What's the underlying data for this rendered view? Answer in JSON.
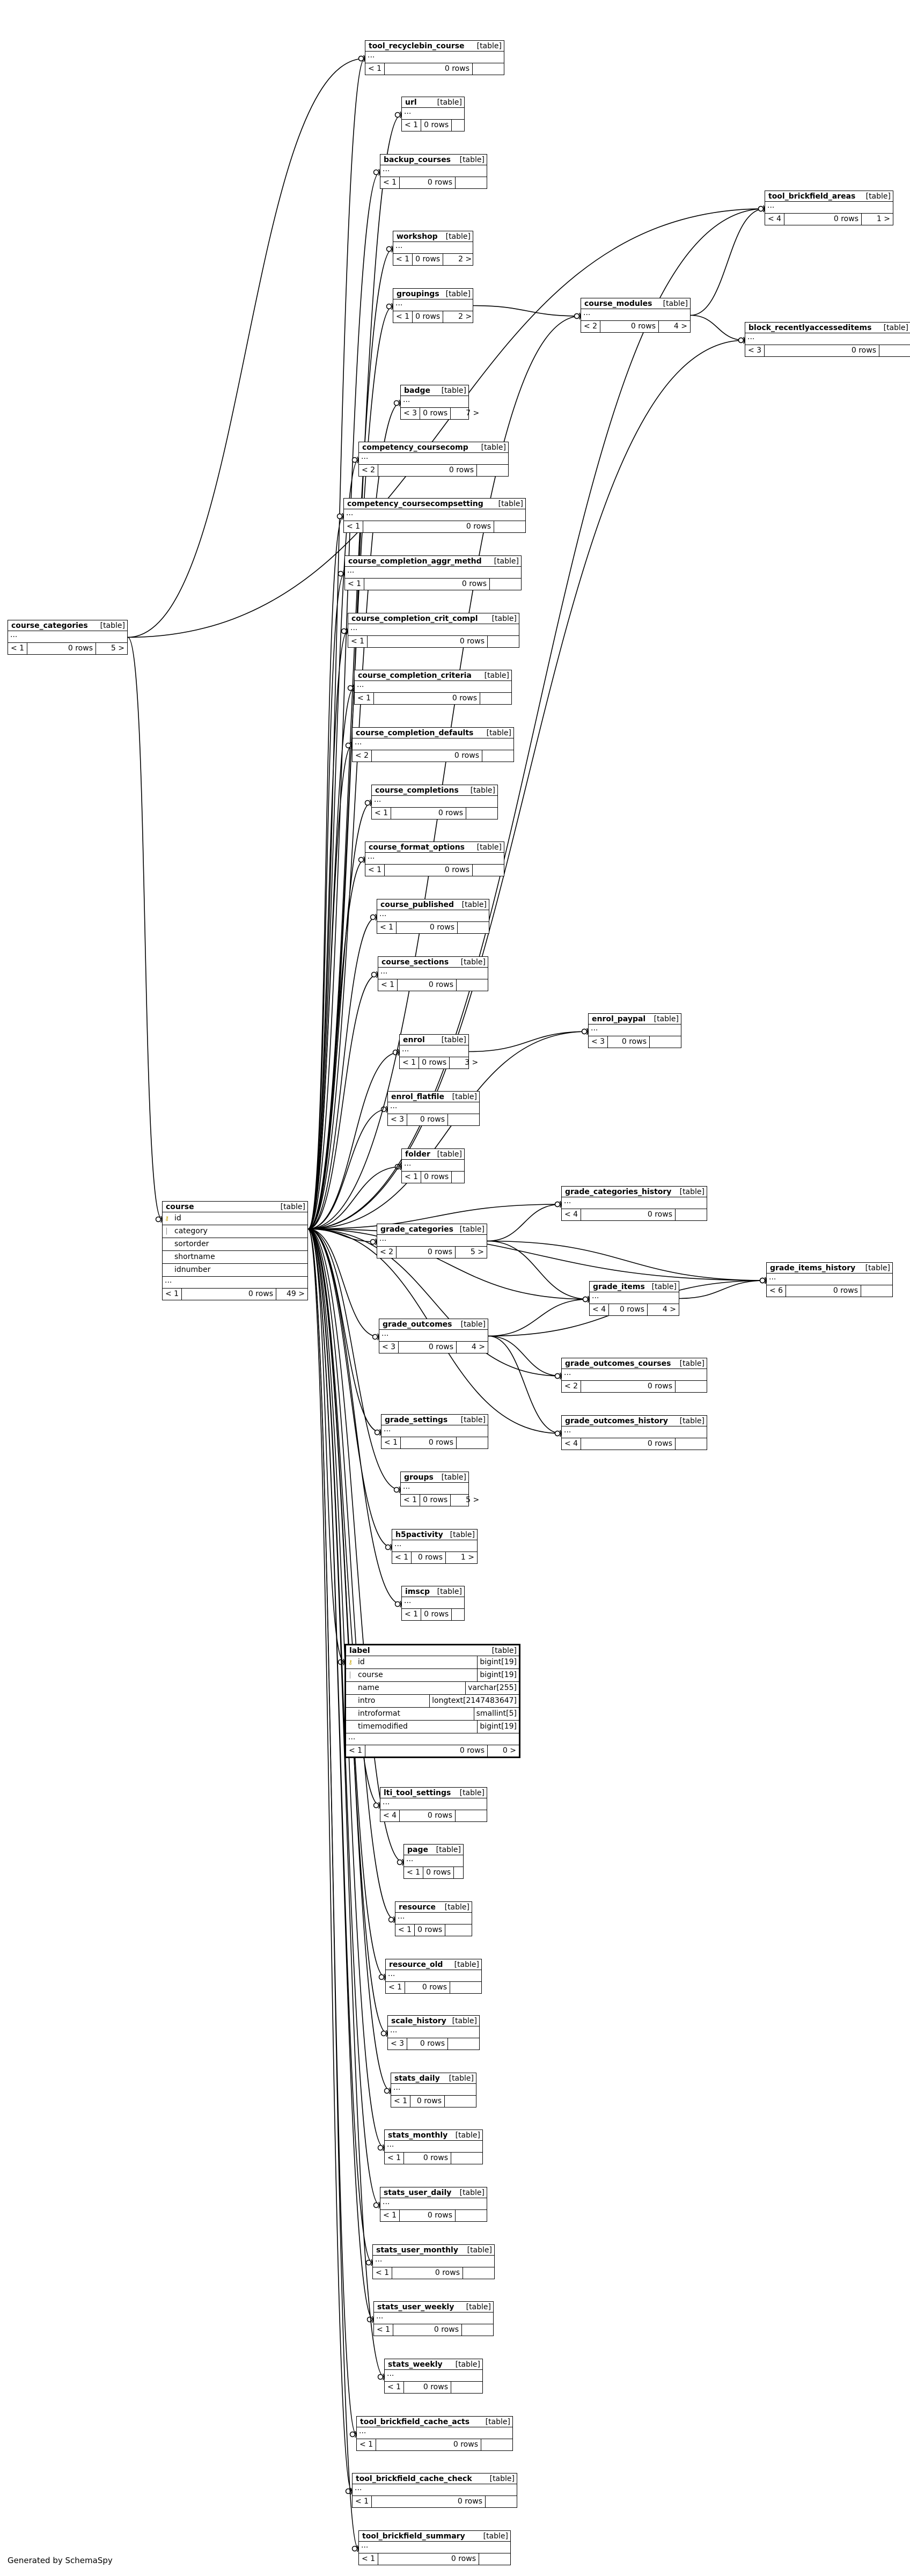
{
  "footer": "Generated by SchemaSpy",
  "type_label": "[table]",
  "tables": [
    {
      "id": "tool_recyclebin_course",
      "name": "tool_recyclebin_course",
      "parents": "< 1",
      "rows": "0 rows",
      "children": ""
    },
    {
      "id": "url",
      "name": "url",
      "parents": "< 1",
      "rows": "0 rows",
      "children": ""
    },
    {
      "id": "backup_courses",
      "name": "backup_courses",
      "parents": "< 1",
      "rows": "0 rows",
      "children": ""
    },
    {
      "id": "tool_brickfield_areas",
      "name": "tool_brickfield_areas",
      "parents": "< 4",
      "rows": "0 rows",
      "children": "1 >"
    },
    {
      "id": "workshop",
      "name": "workshop",
      "parents": "< 1",
      "rows": "0 rows",
      "children": "2 >"
    },
    {
      "id": "groupings",
      "name": "groupings",
      "parents": "< 1",
      "rows": "0 rows",
      "children": "2 >"
    },
    {
      "id": "course_modules",
      "name": "course_modules",
      "parents": "< 2",
      "rows": "0 rows",
      "children": "4 >"
    },
    {
      "id": "block_recentlyaccesseditems",
      "name": "block_recentlyaccesseditems",
      "parents": "< 3",
      "rows": "0 rows",
      "children": ""
    },
    {
      "id": "badge",
      "name": "badge",
      "parents": "< 3",
      "rows": "0 rows",
      "children": "7 >"
    },
    {
      "id": "competency_coursecomp",
      "name": "competency_coursecomp",
      "parents": "< 2",
      "rows": "0 rows",
      "children": ""
    },
    {
      "id": "competency_coursecompsetting",
      "name": "competency_coursecompsetting",
      "parents": "< 1",
      "rows": "0 rows",
      "children": ""
    },
    {
      "id": "course_completion_aggr_methd",
      "name": "course_completion_aggr_methd",
      "parents": "< 1",
      "rows": "0 rows",
      "children": ""
    },
    {
      "id": "course_categories",
      "name": "course_categories",
      "parents": "< 1",
      "rows": "0 rows",
      "children": "5 >"
    },
    {
      "id": "course_completion_crit_compl",
      "name": "course_completion_crit_compl",
      "parents": "< 1",
      "rows": "0 rows",
      "children": ""
    },
    {
      "id": "course_completion_criteria",
      "name": "course_completion_criteria",
      "parents": "< 1",
      "rows": "0 rows",
      "children": ""
    },
    {
      "id": "course_completion_defaults",
      "name": "course_completion_defaults",
      "parents": "< 2",
      "rows": "0 rows",
      "children": ""
    },
    {
      "id": "course_completions",
      "name": "course_completions",
      "parents": "< 1",
      "rows": "0 rows",
      "children": ""
    },
    {
      "id": "course_format_options",
      "name": "course_format_options",
      "parents": "< 1",
      "rows": "0 rows",
      "children": ""
    },
    {
      "id": "course_published",
      "name": "course_published",
      "parents": "< 1",
      "rows": "0 rows",
      "children": ""
    },
    {
      "id": "course_sections",
      "name": "course_sections",
      "parents": "< 1",
      "rows": "0 rows",
      "children": ""
    },
    {
      "id": "enrol_paypal",
      "name": "enrol_paypal",
      "parents": "< 3",
      "rows": "0 rows",
      "children": ""
    },
    {
      "id": "enrol",
      "name": "enrol",
      "parents": "< 1",
      "rows": "0 rows",
      "children": "3 >"
    },
    {
      "id": "enrol_flatfile",
      "name": "enrol_flatfile",
      "parents": "< 3",
      "rows": "0 rows",
      "children": ""
    },
    {
      "id": "folder",
      "name": "folder",
      "parents": "< 1",
      "rows": "0 rows",
      "children": ""
    },
    {
      "id": "course",
      "name": "course",
      "parents": "< 1",
      "rows": "0 rows",
      "children": "49 >",
      "columns": [
        {
          "name": "id",
          "key": "pk"
        },
        {
          "name": "category",
          "key": "fk"
        },
        {
          "name": "sortorder",
          "key": ""
        },
        {
          "name": "shortname",
          "key": ""
        },
        {
          "name": "idnumber",
          "key": ""
        }
      ]
    },
    {
      "id": "grade_categories_history",
      "name": "grade_categories_history",
      "parents": "< 4",
      "rows": "0 rows",
      "children": ""
    },
    {
      "id": "grade_categories",
      "name": "grade_categories",
      "parents": "< 2",
      "rows": "0 rows",
      "children": "5 >"
    },
    {
      "id": "grade_items_history",
      "name": "grade_items_history",
      "parents": "< 6",
      "rows": "0 rows",
      "children": ""
    },
    {
      "id": "grade_items",
      "name": "grade_items",
      "parents": "< 4",
      "rows": "0 rows",
      "children": "4 >"
    },
    {
      "id": "grade_outcomes",
      "name": "grade_outcomes",
      "parents": "< 3",
      "rows": "0 rows",
      "children": "4 >"
    },
    {
      "id": "grade_outcomes_courses",
      "name": "grade_outcomes_courses",
      "parents": "< 2",
      "rows": "0 rows",
      "children": ""
    },
    {
      "id": "grade_settings",
      "name": "grade_settings",
      "parents": "< 1",
      "rows": "0 rows",
      "children": ""
    },
    {
      "id": "grade_outcomes_history",
      "name": "grade_outcomes_history",
      "parents": "< 4",
      "rows": "0 rows",
      "children": ""
    },
    {
      "id": "groups",
      "name": "groups",
      "parents": "< 1",
      "rows": "0 rows",
      "children": "5 >"
    },
    {
      "id": "h5pactivity",
      "name": "h5pactivity",
      "parents": "< 1",
      "rows": "0 rows",
      "children": "1 >"
    },
    {
      "id": "imscp",
      "name": "imscp",
      "parents": "< 1",
      "rows": "0 rows",
      "children": ""
    },
    {
      "id": "label",
      "name": "label",
      "parents": "< 1",
      "rows": "0 rows",
      "children": "0 >",
      "focus": true,
      "columns": [
        {
          "name": "id",
          "key": "pk",
          "type": "bigint[19]"
        },
        {
          "name": "course",
          "key": "fk",
          "type": "bigint[19]"
        },
        {
          "name": "name",
          "key": "",
          "type": "varchar[255]"
        },
        {
          "name": "intro",
          "key": "",
          "type": "longtext[2147483647]"
        },
        {
          "name": "introformat",
          "key": "",
          "type": "smallint[5]"
        },
        {
          "name": "timemodified",
          "key": "",
          "type": "bigint[19]"
        }
      ]
    },
    {
      "id": "lti_tool_settings",
      "name": "lti_tool_settings",
      "parents": "< 4",
      "rows": "0 rows",
      "children": ""
    },
    {
      "id": "page",
      "name": "page",
      "parents": "< 1",
      "rows": "0 rows",
      "children": ""
    },
    {
      "id": "resource",
      "name": "resource",
      "parents": "< 1",
      "rows": "0 rows",
      "children": ""
    },
    {
      "id": "resource_old",
      "name": "resource_old",
      "parents": "< 1",
      "rows": "0 rows",
      "children": ""
    },
    {
      "id": "scale_history",
      "name": "scale_history",
      "parents": "< 3",
      "rows": "0 rows",
      "children": ""
    },
    {
      "id": "stats_daily",
      "name": "stats_daily",
      "parents": "< 1",
      "rows": "0 rows",
      "children": ""
    },
    {
      "id": "stats_monthly",
      "name": "stats_monthly",
      "parents": "< 1",
      "rows": "0 rows",
      "children": ""
    },
    {
      "id": "stats_user_daily",
      "name": "stats_user_daily",
      "parents": "< 1",
      "rows": "0 rows",
      "children": ""
    },
    {
      "id": "stats_user_monthly",
      "name": "stats_user_monthly",
      "parents": "< 1",
      "rows": "0 rows",
      "children": ""
    },
    {
      "id": "stats_user_weekly",
      "name": "stats_user_weekly",
      "parents": "< 1",
      "rows": "0 rows",
      "children": ""
    },
    {
      "id": "stats_weekly",
      "name": "stats_weekly",
      "parents": "< 1",
      "rows": "0 rows",
      "children": ""
    },
    {
      "id": "tool_brickfield_cache_acts",
      "name": "tool_brickfield_cache_acts",
      "parents": "< 1",
      "rows": "0 rows",
      "children": ""
    },
    {
      "id": "tool_brickfield_cache_check",
      "name": "tool_brickfield_cache_check",
      "parents": "< 1",
      "rows": "0 rows",
      "children": ""
    },
    {
      "id": "tool_brickfield_summary",
      "name": "tool_brickfield_summary",
      "parents": "< 1",
      "rows": "0 rows",
      "children": ""
    }
  ],
  "relationships": [
    [
      "course_categories",
      "course"
    ],
    [
      "course",
      "tool_recyclebin_course"
    ],
    [
      "course",
      "url"
    ],
    [
      "course",
      "backup_courses"
    ],
    [
      "course",
      "workshop"
    ],
    [
      "course",
      "groupings"
    ],
    [
      "course",
      "badge"
    ],
    [
      "course",
      "competency_coursecomp"
    ],
    [
      "course",
      "competency_coursecompsetting"
    ],
    [
      "course",
      "course_completion_aggr_methd"
    ],
    [
      "course",
      "course_completion_crit_compl"
    ],
    [
      "course",
      "course_completion_criteria"
    ],
    [
      "course",
      "course_completion_defaults"
    ],
    [
      "course",
      "course_completions"
    ],
    [
      "course",
      "course_format_options"
    ],
    [
      "course",
      "course_published"
    ],
    [
      "course",
      "course_sections"
    ],
    [
      "course",
      "enrol"
    ],
    [
      "course",
      "enrol_paypal"
    ],
    [
      "course",
      "enrol_flatfile"
    ],
    [
      "course",
      "folder"
    ],
    [
      "course",
      "grade_categories"
    ],
    [
      "course",
      "grade_categories_history"
    ],
    [
      "course",
      "grade_items"
    ],
    [
      "course",
      "grade_items_history"
    ],
    [
      "course",
      "grade_outcomes"
    ],
    [
      "course",
      "grade_outcomes_courses"
    ],
    [
      "course",
      "grade_outcomes_history"
    ],
    [
      "course",
      "grade_settings"
    ],
    [
      "course",
      "groups"
    ],
    [
      "course",
      "h5pactivity"
    ],
    [
      "course",
      "imscp"
    ],
    [
      "course",
      "label"
    ],
    [
      "course",
      "lti_tool_settings"
    ],
    [
      "course",
      "page"
    ],
    [
      "course",
      "resource"
    ],
    [
      "course",
      "resource_old"
    ],
    [
      "course",
      "scale_history"
    ],
    [
      "course",
      "stats_daily"
    ],
    [
      "course",
      "stats_monthly"
    ],
    [
      "course",
      "stats_user_daily"
    ],
    [
      "course",
      "stats_user_monthly"
    ],
    [
      "course",
      "stats_user_weekly"
    ],
    [
      "course",
      "stats_weekly"
    ],
    [
      "course",
      "tool_brickfield_cache_acts"
    ],
    [
      "course",
      "tool_brickfield_cache_check"
    ],
    [
      "course",
      "tool_brickfield_summary"
    ],
    [
      "course",
      "course_modules"
    ],
    [
      "course",
      "tool_brickfield_areas"
    ],
    [
      "course",
      "block_recentlyaccesseditems"
    ],
    [
      "course_categories",
      "tool_recyclebin_course"
    ],
    [
      "course_categories",
      "tool_brickfield_areas"
    ],
    [
      "groupings",
      "course_modules"
    ],
    [
      "course_modules",
      "tool_brickfield_areas"
    ],
    [
      "course_modules",
      "block_recentlyaccesseditems"
    ],
    [
      "enrol",
      "enrol_paypal"
    ],
    [
      "grade_categories",
      "grade_categories_history"
    ],
    [
      "grade_categories",
      "grade_items"
    ],
    [
      "grade_categories",
      "grade_items_history"
    ],
    [
      "grade_items",
      "grade_items_history"
    ],
    [
      "grade_outcomes",
      "grade_items"
    ],
    [
      "grade_outcomes",
      "grade_outcomes_courses"
    ],
    [
      "grade_outcomes",
      "grade_outcomes_history"
    ],
    [
      "grade_outcomes",
      "grade_items_history"
    ]
  ]
}
